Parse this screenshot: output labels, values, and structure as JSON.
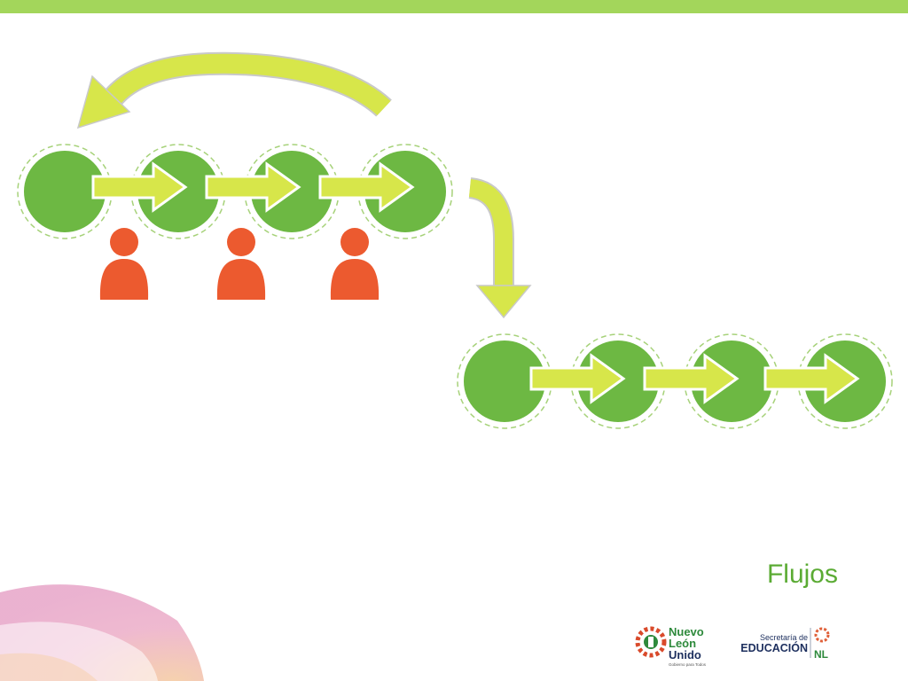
{
  "slide": {
    "title": "Flujos",
    "title_color": "#5bab34",
    "accent_bar_color": "#a3d65b"
  },
  "colors": {
    "node_fill": "#6db843",
    "node_ring": "#a7d27a",
    "arrow_fill": "#d7e64a",
    "arrow_stroke": "#ffffff",
    "person_fill": "#ec5a2f",
    "decor_pink": "#e6a3c5",
    "decor_peach": "#f3c49a"
  },
  "flow_top": {
    "nodes": 4,
    "people": 3,
    "arrow_icons": 3,
    "has_return_arrow": true
  },
  "connector": {
    "has_down_arrow": true
  },
  "flow_bottom": {
    "nodes": 4,
    "arrow_icons": 3
  },
  "logos": {
    "nuevo_leon": {
      "line1": "Nuevo",
      "line2": "León",
      "line3": "Unido",
      "tagline": "Gobierno para Todos",
      "primary_color": "#2e8a3c",
      "secondary_color": "#1d2f5e"
    },
    "educacion": {
      "line1": "Secretaría de",
      "line2": "EDUCACIÓN",
      "abbr": "NL",
      "text_color": "#1d2f5e",
      "abbr_color": "#2e8a3c"
    }
  }
}
